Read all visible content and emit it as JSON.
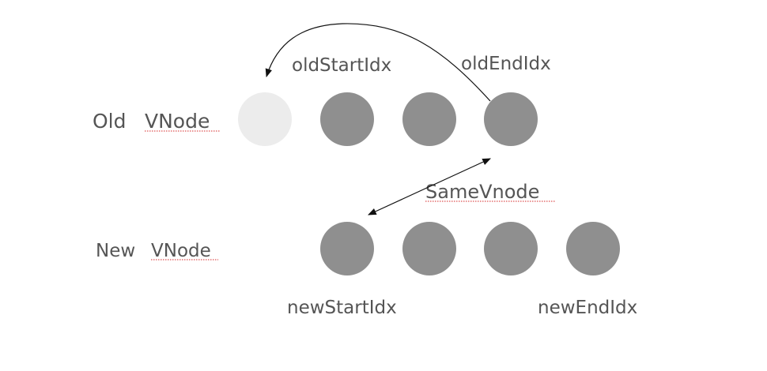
{
  "rows": {
    "old": {
      "prefix": "Old",
      "word": "VNode"
    },
    "new": {
      "prefix": "New",
      "word": "VNode"
    }
  },
  "indices": {
    "old_start": "oldStartIdx",
    "old_end": "oldEndIdx",
    "new_start": "newStartIdx",
    "new_end": "newEndIdx"
  },
  "relation": "SameVnode",
  "colors": {
    "node": "#8f8f8f",
    "node_moved": "#ececec",
    "text": "#555555",
    "arrow": "#111111",
    "spellcheck": "#d62828"
  }
}
